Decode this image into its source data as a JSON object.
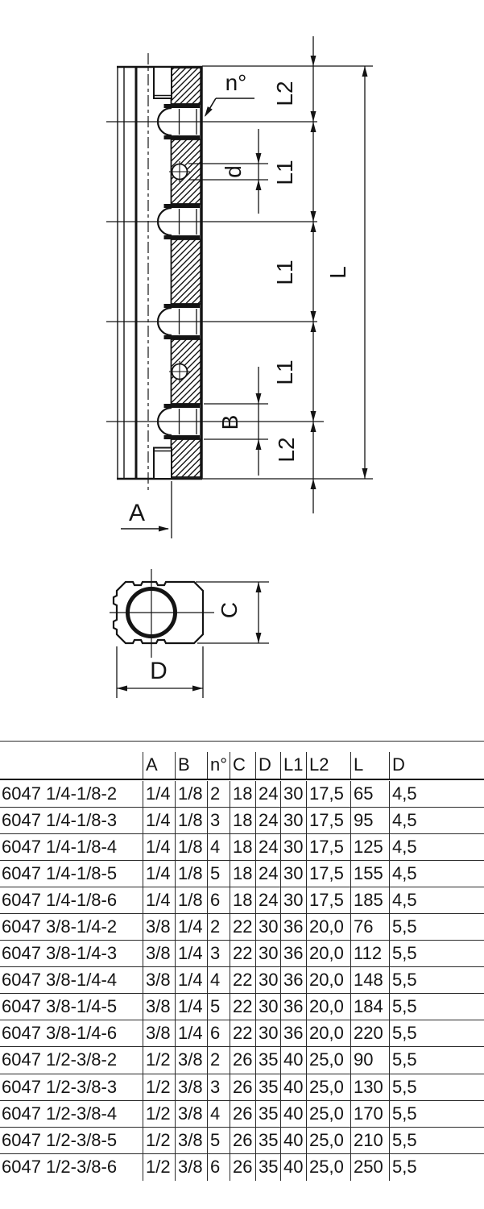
{
  "drawing": {
    "side_view": {
      "chain_labels": [
        "L2",
        "L1",
        "L1",
        "L1",
        "L2"
      ],
      "overall_length_label": "L",
      "labels": {
        "port_count": "n°",
        "hole_diameter": "d",
        "outlet_thread": "B",
        "inlet_thread": "A"
      }
    },
    "section_view": {
      "height_label": "C",
      "width_label": "D"
    },
    "ink_color": "#141414"
  },
  "table": {
    "headers": [
      "",
      "A",
      "B",
      "n°",
      "C",
      "D",
      "L1",
      "L2",
      "L",
      "D"
    ],
    "rows": [
      [
        "6047 1/4-1/8-2",
        "1/4",
        "1/8",
        "2",
        "18",
        "24",
        "30",
        "17,5",
        "65",
        "4,5"
      ],
      [
        "6047 1/4-1/8-3",
        "1/4",
        "1/8",
        "3",
        "18",
        "24",
        "30",
        "17,5",
        "95",
        "4,5"
      ],
      [
        "6047 1/4-1/8-4",
        "1/4",
        "1/8",
        "4",
        "18",
        "24",
        "30",
        "17,5",
        "125",
        "4,5"
      ],
      [
        "6047 1/4-1/8-5",
        "1/4",
        "1/8",
        "5",
        "18",
        "24",
        "30",
        "17,5",
        "155",
        "4,5"
      ],
      [
        "6047 1/4-1/8-6",
        "1/4",
        "1/8",
        "6",
        "18",
        "24",
        "30",
        "17,5",
        "185",
        "4,5"
      ],
      [
        "6047 3/8-1/4-2",
        "3/8",
        "1/4",
        "2",
        "22",
        "30",
        "36",
        "20,0",
        "76",
        "5,5"
      ],
      [
        "6047 3/8-1/4-3",
        "3/8",
        "1/4",
        "3",
        "22",
        "30",
        "36",
        "20,0",
        "112",
        "5,5"
      ],
      [
        "6047 3/8-1/4-4",
        "3/8",
        "1/4",
        "4",
        "22",
        "30",
        "36",
        "20,0",
        "148",
        "5,5"
      ],
      [
        "6047 3/8-1/4-5",
        "3/8",
        "1/4",
        "5",
        "22",
        "30",
        "36",
        "20,0",
        "184",
        "5,5"
      ],
      [
        "6047 3/8-1/4-6",
        "3/8",
        "1/4",
        "6",
        "22",
        "30",
        "36",
        "20,0",
        "220",
        "5,5"
      ],
      [
        "6047 1/2-3/8-2",
        "1/2",
        "3/8",
        "2",
        "26",
        "35",
        "40",
        "25,0",
        "90",
        "5,5"
      ],
      [
        "6047 1/2-3/8-3",
        "1/2",
        "3/8",
        "3",
        "26",
        "35",
        "40",
        "25,0",
        "130",
        "5,5"
      ],
      [
        "6047 1/2-3/8-4",
        "1/2",
        "3/8",
        "4",
        "26",
        "35",
        "40",
        "25,0",
        "170",
        "5,5"
      ],
      [
        "6047 1/2-3/8-5",
        "1/2",
        "3/8",
        "5",
        "26",
        "35",
        "40",
        "25,0",
        "210",
        "5,5"
      ],
      [
        "6047 1/2-3/8-6",
        "1/2",
        "3/8",
        "6",
        "26",
        "35",
        "40",
        "25,0",
        "250",
        "5,5"
      ]
    ]
  }
}
